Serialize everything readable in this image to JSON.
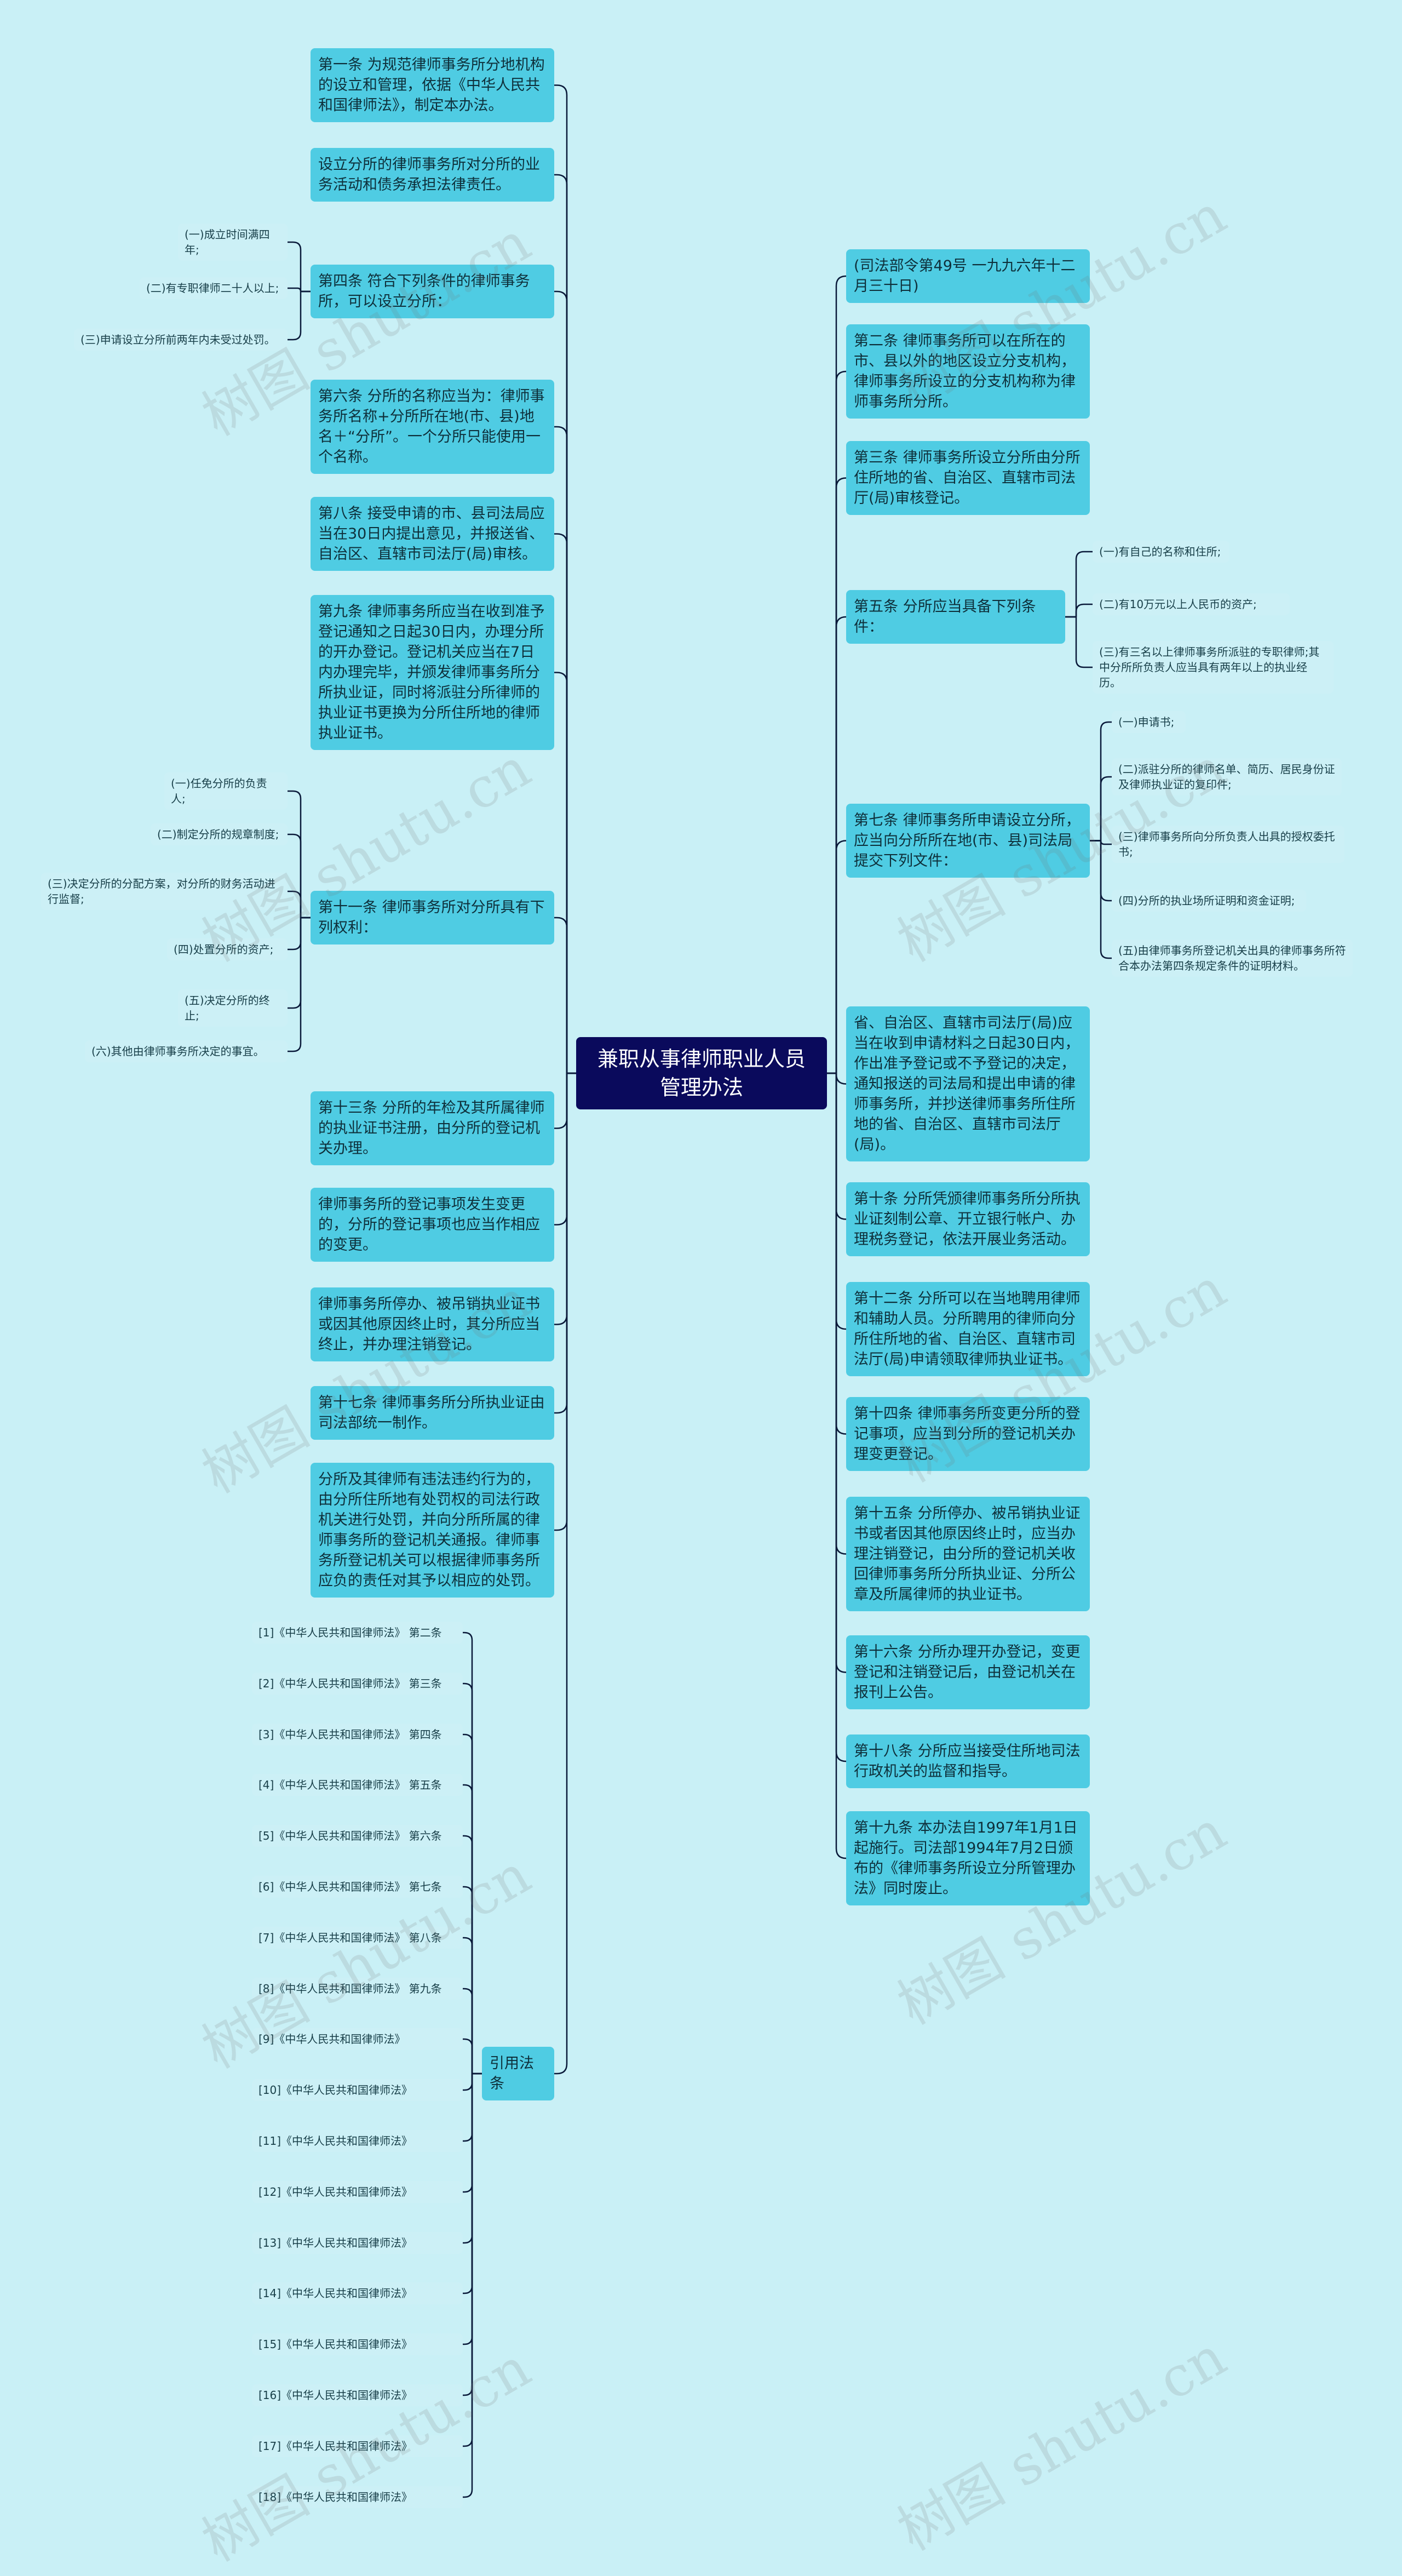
{
  "title": "兼职从事律师职业人员管理办法",
  "watermark": "树图 shutu.cn",
  "colors": {
    "background": "#c9f0f6",
    "center": "#0a0a5c",
    "branch": "#4fcce3",
    "leaf": "#ccf0f6",
    "line": "#0a1a3a"
  },
  "left": [
    {
      "text": "第一条 为规范律师事务所分地机构的设立和管理，依据《中华人民共和国律师法》，制定本办法。"
    },
    {
      "text": "设立分所的律师事务所对分所的业务活动和债务承担法律责任。"
    },
    {
      "text": "第四条 符合下列条件的律师事务所，可以设立分所：",
      "children": [
        "(一)成立时间满四年;",
        "(二)有专职律师二十人以上;",
        "(三)申请设立分所前两年内未受过处罚。"
      ]
    },
    {
      "text": "第六条 分所的名称应当为：律师事务所名称+分所所在地(市、县)地名＋“分所”。一个分所只能使用一个名称。"
    },
    {
      "text": "第八条 接受申请的市、县司法局应当在30日内提出意见，并报送省、自治区、直辖市司法厅(局)审核。"
    },
    {
      "text": "第九条 律师事务所应当在收到准予登记通知之日起30日内，办理分所的开办登记。登记机关应当在7日内办理完毕，并颁发律师事务所分所执业证，同时将派驻分所律师的执业证书更换为分所住所地的律师执业证书。"
    },
    {
      "text": "第十一条 律师事务所对分所具有下列权利：",
      "children": [
        "(一)任免分所的负责人;",
        "(二)制定分所的规章制度;",
        "(三)决定分所的分配方案，对分所的财务活动进行监督;",
        "(四)处置分所的资产;",
        "(五)决定分所的终止;",
        "(六)其他由律师事务所决定的事宜。"
      ]
    },
    {
      "text": "第十三条 分所的年检及其所属律师的执业证书注册，由分所的登记机关办理。"
    },
    {
      "text": "律师事务所的登记事项发生变更的，分所的登记事项也应当作相应的变更。"
    },
    {
      "text": "律师事务所停办、被吊销执业证书或因其他原因终止时，其分所应当终止，并办理注销登记。"
    },
    {
      "text": "第十七条 律师事务所分所执业证由司法部统一制作。"
    },
    {
      "text": "分所及其律师有违法违约行为的，由分所住所地有处罚权的司法行政机关进行处罚，并向分所所属的律师事务所的登记机关通报。律师事务所登记机关可以根据律师事务所应负的责任对其予以相应的处罚。"
    },
    {
      "text": "引用法条",
      "children": [
        "[1]《中华人民共和国律师法》 第二条",
        "[2]《中华人民共和国律师法》 第三条",
        "[3]《中华人民共和国律师法》 第四条",
        "[4]《中华人民共和国律师法》 第五条",
        "[5]《中华人民共和国律师法》 第六条",
        "[6]《中华人民共和国律师法》 第七条",
        "[7]《中华人民共和国律师法》 第八条",
        "[8]《中华人民共和国律师法》 第九条",
        "[9]《中华人民共和国律师法》",
        "[10]《中华人民共和国律师法》",
        "[11]《中华人民共和国律师法》",
        "[12]《中华人民共和国律师法》",
        "[13]《中华人民共和国律师法》",
        "[14]《中华人民共和国律师法》",
        "[15]《中华人民共和国律师法》",
        "[16]《中华人民共和国律师法》",
        "[17]《中华人民共和国律师法》",
        "[18]《中华人民共和国律师法》"
      ]
    }
  ],
  "right": [
    {
      "text": "(司法部令第49号 一九九六年十二月三十日)"
    },
    {
      "text": "第二条 律师事务所可以在所在的市、县以外的地区设立分支机构，律师事务所设立的分支机构称为律师事务所分所。"
    },
    {
      "text": "第三条 律师事务所设立分所由分所住所地的省、自治区、直辖市司法厅(局)审核登记。"
    },
    {
      "text": "第五条 分所应当具备下列条件：",
      "children": [
        "(一)有自己的名称和住所;",
        "(二)有10万元以上人民币的资产;",
        "(三)有三名以上律师事务所派驻的专职律师;其中分所所负责人应当具有两年以上的执业经历。"
      ]
    },
    {
      "text": "第七条 律师事务所申请设立分所，应当向分所所在地(市、县)司法局提交下列文件：",
      "children": [
        "(一)申请书;",
        "(二)派驻分所的律师名单、简历、居民身份证及律师执业证的复印件;",
        "(三)律师事务所向分所负责人出具的授权委托书;",
        "(四)分所的执业场所证明和资金证明;",
        "(五)由律师事务所登记机关出具的律师事务所符合本办法第四条规定条件的证明材料。"
      ]
    },
    {
      "text": "省、自治区、直辖市司法厅(局)应当在收到申请材料之日起30日内，作出准予登记或不予登记的决定，通知报送的司法局和提出申请的律师事务所，并抄送律师事务所住所地的省、自治区、直辖市司法厅(局)。"
    },
    {
      "text": "第十条 分所凭颁律师事务所分所执业证刻制公章、开立银行帐户、办理税务登记，依法开展业务活动。"
    },
    {
      "text": "第十二条 分所可以在当地聘用律师和辅助人员。分所聘用的律师向分所住所地的省、自治区、直辖市司法厅(局)申请领取律师执业证书。"
    },
    {
      "text": "第十四条 律师事务所变更分所的登记事项，应当到分所的登记机关办理变更登记。"
    },
    {
      "text": "第十五条 分所停办、被吊销执业证书或者因其他原因终止时，应当办理注销登记，由分所的登记机关收回律师事务所分所执业证、分所公章及所属律师的执业证书。"
    },
    {
      "text": "第十六条 分所办理开办登记，变更登记和注销登记后，由登记机关在报刊上公告。"
    },
    {
      "text": "第十八条 分所应当接受住所地司法行政机关的监督和指导。"
    },
    {
      "text": "第十九条 本办法自1997年1月1日起施行。司法部1994年7月2日颁布的《律师事务所设立分所管理办法》同时废止。"
    }
  ]
}
